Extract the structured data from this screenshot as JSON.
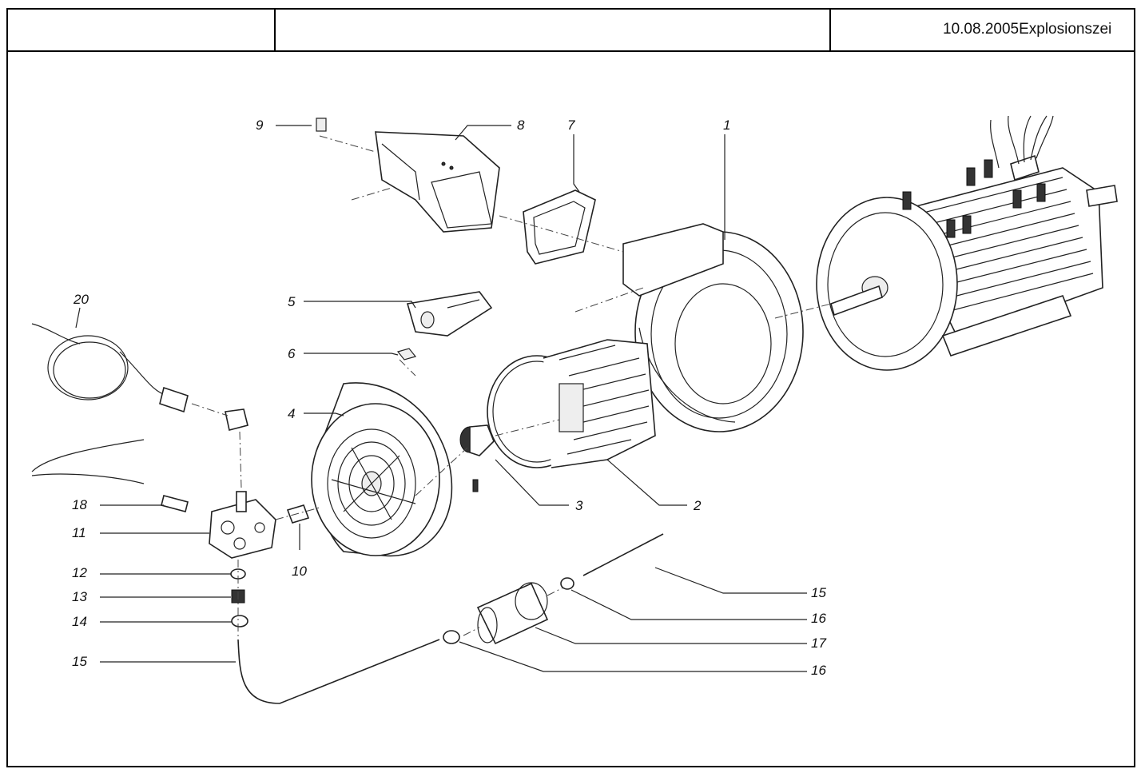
{
  "header": {
    "cell1": "",
    "cell2": "",
    "date_title": "10.08.2005Explosionszei"
  },
  "callouts": {
    "n1": "1",
    "n2": "2",
    "n3": "3",
    "n4": "4",
    "n5": "5",
    "n6": "6",
    "n7": "7",
    "n8": "8",
    "n9": "9",
    "n10": "10",
    "n11": "11",
    "n12": "12",
    "n13": "13",
    "n14": "14",
    "n15a": "15",
    "n15b": "15",
    "n16a": "16",
    "n16b": "16",
    "n17": "17",
    "n18": "18",
    "n20": "20"
  }
}
